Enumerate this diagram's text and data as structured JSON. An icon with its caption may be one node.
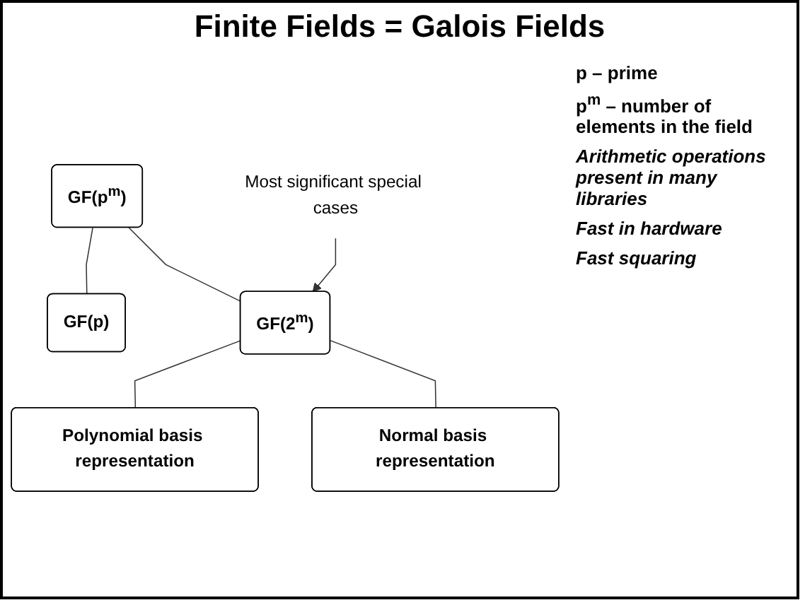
{
  "diagram": {
    "title": "Finite Fields = Galois Fields",
    "nodes": [
      {
        "text": [
          "GF(p$^{m}$)"
        ]
      },
      {
        "text": [
          "GF(p)"
        ]
      },
      {
        "text": [
          "GF(2$^{m}$)"
        ]
      },
      {
        "text": [
          "Polynomial basis representation"
        ]
      },
      {
        "text": [
          "Normal basis representation"
        ]
      },
      {
        "text": [
          "Most significant special cases"
        ]
      }
    ],
    "edges": [
      {
        "from": 0,
        "to": 1,
        "arrow": "none"
      },
      {
        "from": 0,
        "to": 2,
        "arrow": "none"
      },
      {
        "from": 2,
        "to": 3,
        "arrow": "none"
      },
      {
        "from": 2,
        "to": 4,
        "arrow": "none"
      },
      {
        "from": 5,
        "to": 2,
        "arrow": "to"
      }
    ],
    "labels": [
      "p – prime",
      "p$^{m}$ – number of elements in the field",
      "Arithmetic operations present in many libraries",
      "Fast in hardware",
      "Fast squaring"
    ]
  }
}
